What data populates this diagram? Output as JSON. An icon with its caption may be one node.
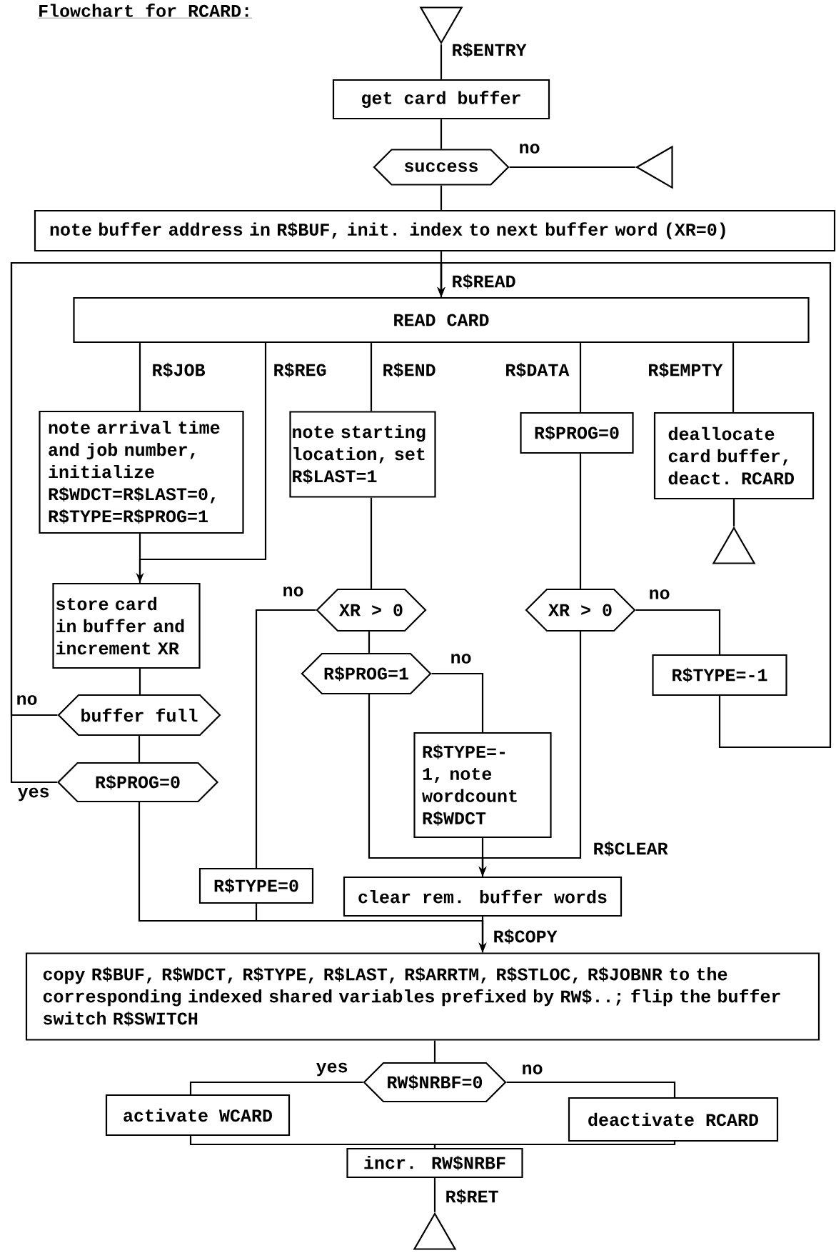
{
  "diagram": {
    "title": "Flowchart for RCARD:",
    "nodes": [
      {
        "text": [],
        "shape": "triangle"
      },
      {
        "text": [
          "get card buffer"
        ]
      },
      {
        "text": [
          "success"
        ]
      },
      {
        "text": [],
        "shape": "triangle"
      },
      {
        "text": [
          "note buffer address in R$BUF, init. index to next buffer word (XR=0)"
        ]
      },
      {
        "text": [
          "READ CARD"
        ]
      },
      {
        "text": [
          "note arrival time and job number, initialize R$WDCT=R$LAST=0, R$TYPE=R$PROG=1"
        ]
      },
      {
        "text": [
          "note starting location, set R$LAST=1"
        ]
      },
      {
        "text": [
          "R$PROG=0"
        ]
      },
      {
        "text": [
          "deallocate card buffer, deact. RCARD"
        ]
      },
      {
        "text": [],
        "shape": "triangle"
      },
      {
        "text": [
          "store card in buffer and increment XR"
        ]
      },
      {
        "text": [
          "XR > 0"
        ]
      },
      {
        "text": [
          "XR > 0"
        ]
      },
      {
        "text": [
          "R$PROG=1"
        ]
      },
      {
        "text": [
          "R$TYPE=-1"
        ]
      },
      {
        "text": [
          "buffer full"
        ]
      },
      {
        "text": [
          "R$TYPE=-1, note wordcount R$WDCT"
        ]
      },
      {
        "text": [
          "R$PROG=0"
        ]
      },
      {
        "text": [
          "R$TYPE=0"
        ]
      },
      {
        "text": [
          "clear rem. buffer words"
        ]
      },
      {
        "text": [
          "copy R$BUF, R$WDCT, R$TYPE, R$LAST, R$ARRTM, R$STLOC, R$JOBNR to the corresponding indexed shared variables prefixed by RW$..; flip the buffer switch R$SWITCH"
        ]
      },
      {
        "text": [
          "RW$NRBF=0"
        ]
      },
      {
        "text": [
          "activate WCARD"
        ]
      },
      {
        "text": [
          "deactivate RCARD"
        ]
      },
      {
        "text": [
          "incr. RW$NRBF"
        ]
      },
      {
        "text": [],
        "shape": "triangle"
      }
    ],
    "edges": [
      {
        "from": 0,
        "to": 1,
        "arrow": "none",
        "label": "R$ENTRY"
      },
      {
        "from": 1,
        "to": 2,
        "arrow": "none"
      },
      {
        "from": 2,
        "to": 3,
        "arrow": "none",
        "label": "no"
      },
      {
        "from": 2,
        "to": 4,
        "arrow": "none"
      },
      {
        "from": 4,
        "to": 5,
        "arrow": "none",
        "label": "R$READ"
      },
      {
        "from": 5,
        "to": 6,
        "arrow": "none",
        "label": "R$JOB"
      },
      {
        "from": 5,
        "to": 11,
        "arrow": "to",
        "label": "R$REG"
      },
      {
        "from": 6,
        "to": 11,
        "arrow": "none"
      },
      {
        "from": 5,
        "to": 7,
        "arrow": "none",
        "label": "R$END"
      },
      {
        "from": 5,
        "to": 8,
        "arrow": "none",
        "label": "R$DATA"
      },
      {
        "from": 5,
        "to": 9,
        "arrow": "none",
        "label": "R$EMPTY"
      },
      {
        "from": 9,
        "to": 10,
        "arrow": "none"
      },
      {
        "from": 11,
        "to": 16,
        "arrow": "none"
      },
      {
        "from": 16,
        "to": 5,
        "arrow": "to",
        "label": "no"
      },
      {
        "from": 16,
        "to": 18,
        "arrow": "none"
      },
      {
        "from": 18,
        "to": 5,
        "arrow": "to",
        "label": "yes"
      },
      {
        "from": 18,
        "to": 21,
        "arrow": "to"
      },
      {
        "from": 7,
        "to": 12,
        "arrow": "none"
      },
      {
        "from": 12,
        "to": 19,
        "arrow": "none",
        "label": "no"
      },
      {
        "from": 19,
        "to": 21,
        "arrow": "to"
      },
      {
        "from": 12,
        "to": 14,
        "arrow": "none"
      },
      {
        "from": 14,
        "to": 20,
        "arrow": "to"
      },
      {
        "from": 14,
        "to": 17,
        "arrow": "none",
        "label": "no"
      },
      {
        "from": 17,
        "to": 20,
        "arrow": "none"
      },
      {
        "from": 8,
        "to": 13,
        "arrow": "none"
      },
      {
        "from": 13,
        "to": 20,
        "arrow": "to",
        "label": "R$CLEAR"
      },
      {
        "from": 13,
        "to": 15,
        "arrow": "none",
        "label": "no"
      },
      {
        "from": 15,
        "to": 5,
        "arrow": "to"
      },
      {
        "from": 20,
        "to": 21,
        "arrow": "none",
        "label": "R$COPY"
      },
      {
        "from": 21,
        "to": 22,
        "arrow": "none"
      },
      {
        "from": 22,
        "to": 23,
        "arrow": "none",
        "label": "yes"
      },
      {
        "from": 22,
        "to": 24,
        "arrow": "none",
        "label": "no"
      },
      {
        "from": 23,
        "to": 25,
        "arrow": "none"
      },
      {
        "from": 24,
        "to": 25,
        "arrow": "none"
      },
      {
        "from": 25,
        "to": 26,
        "arrow": "none",
        "label": "R$RET"
      }
    ]
  }
}
